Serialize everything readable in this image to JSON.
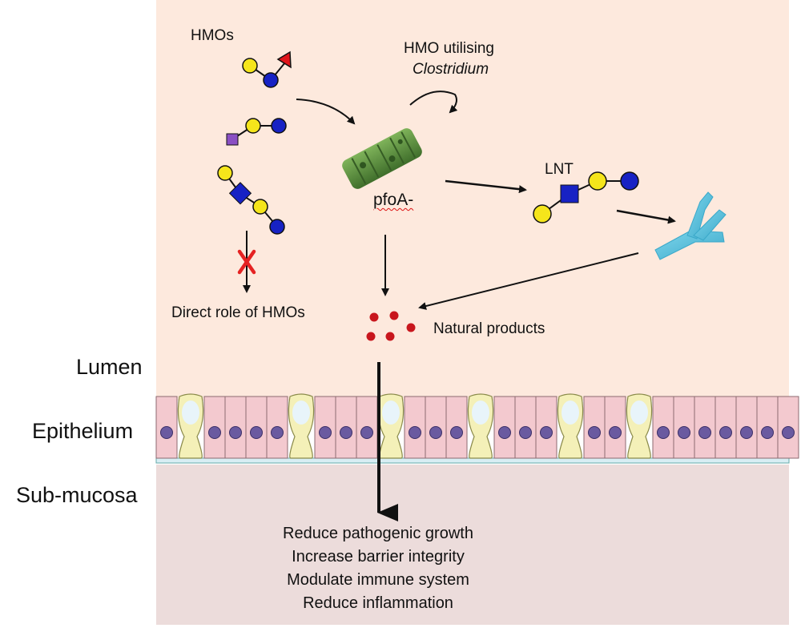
{
  "labels": {
    "hmos": "HMOs",
    "hmo_utilising_line1": "HMO utilising",
    "hmo_utilising_line2": "Clostridium",
    "pfoa": "pfoA-",
    "lnt": "LNT",
    "direct_role": "Direct role of HMOs",
    "natural_products": "Natural products",
    "lumen": "Lumen",
    "epithelium": "Epithelium",
    "submucosa": "Sub-mucosa"
  },
  "outcomes": [
    "Reduce pathogenic growth",
    "Increase barrier integrity",
    "Modulate immune system",
    "Reduce inflammation"
  ],
  "colors": {
    "lumen_bg": "#fde9dd",
    "submucosa_bg": "#ecdcdb",
    "galactose": "#f5e51b",
    "glucose": "#1722c4",
    "glcnac": "#1722c4",
    "fucose": "#e0151b",
    "sialic_acid": "#8a4fc3",
    "natural_product_dot": "#c8161d",
    "clostridium": "#5a8f3c",
    "bifido": "#5fc2dd",
    "block_mark": "#e52222"
  }
}
